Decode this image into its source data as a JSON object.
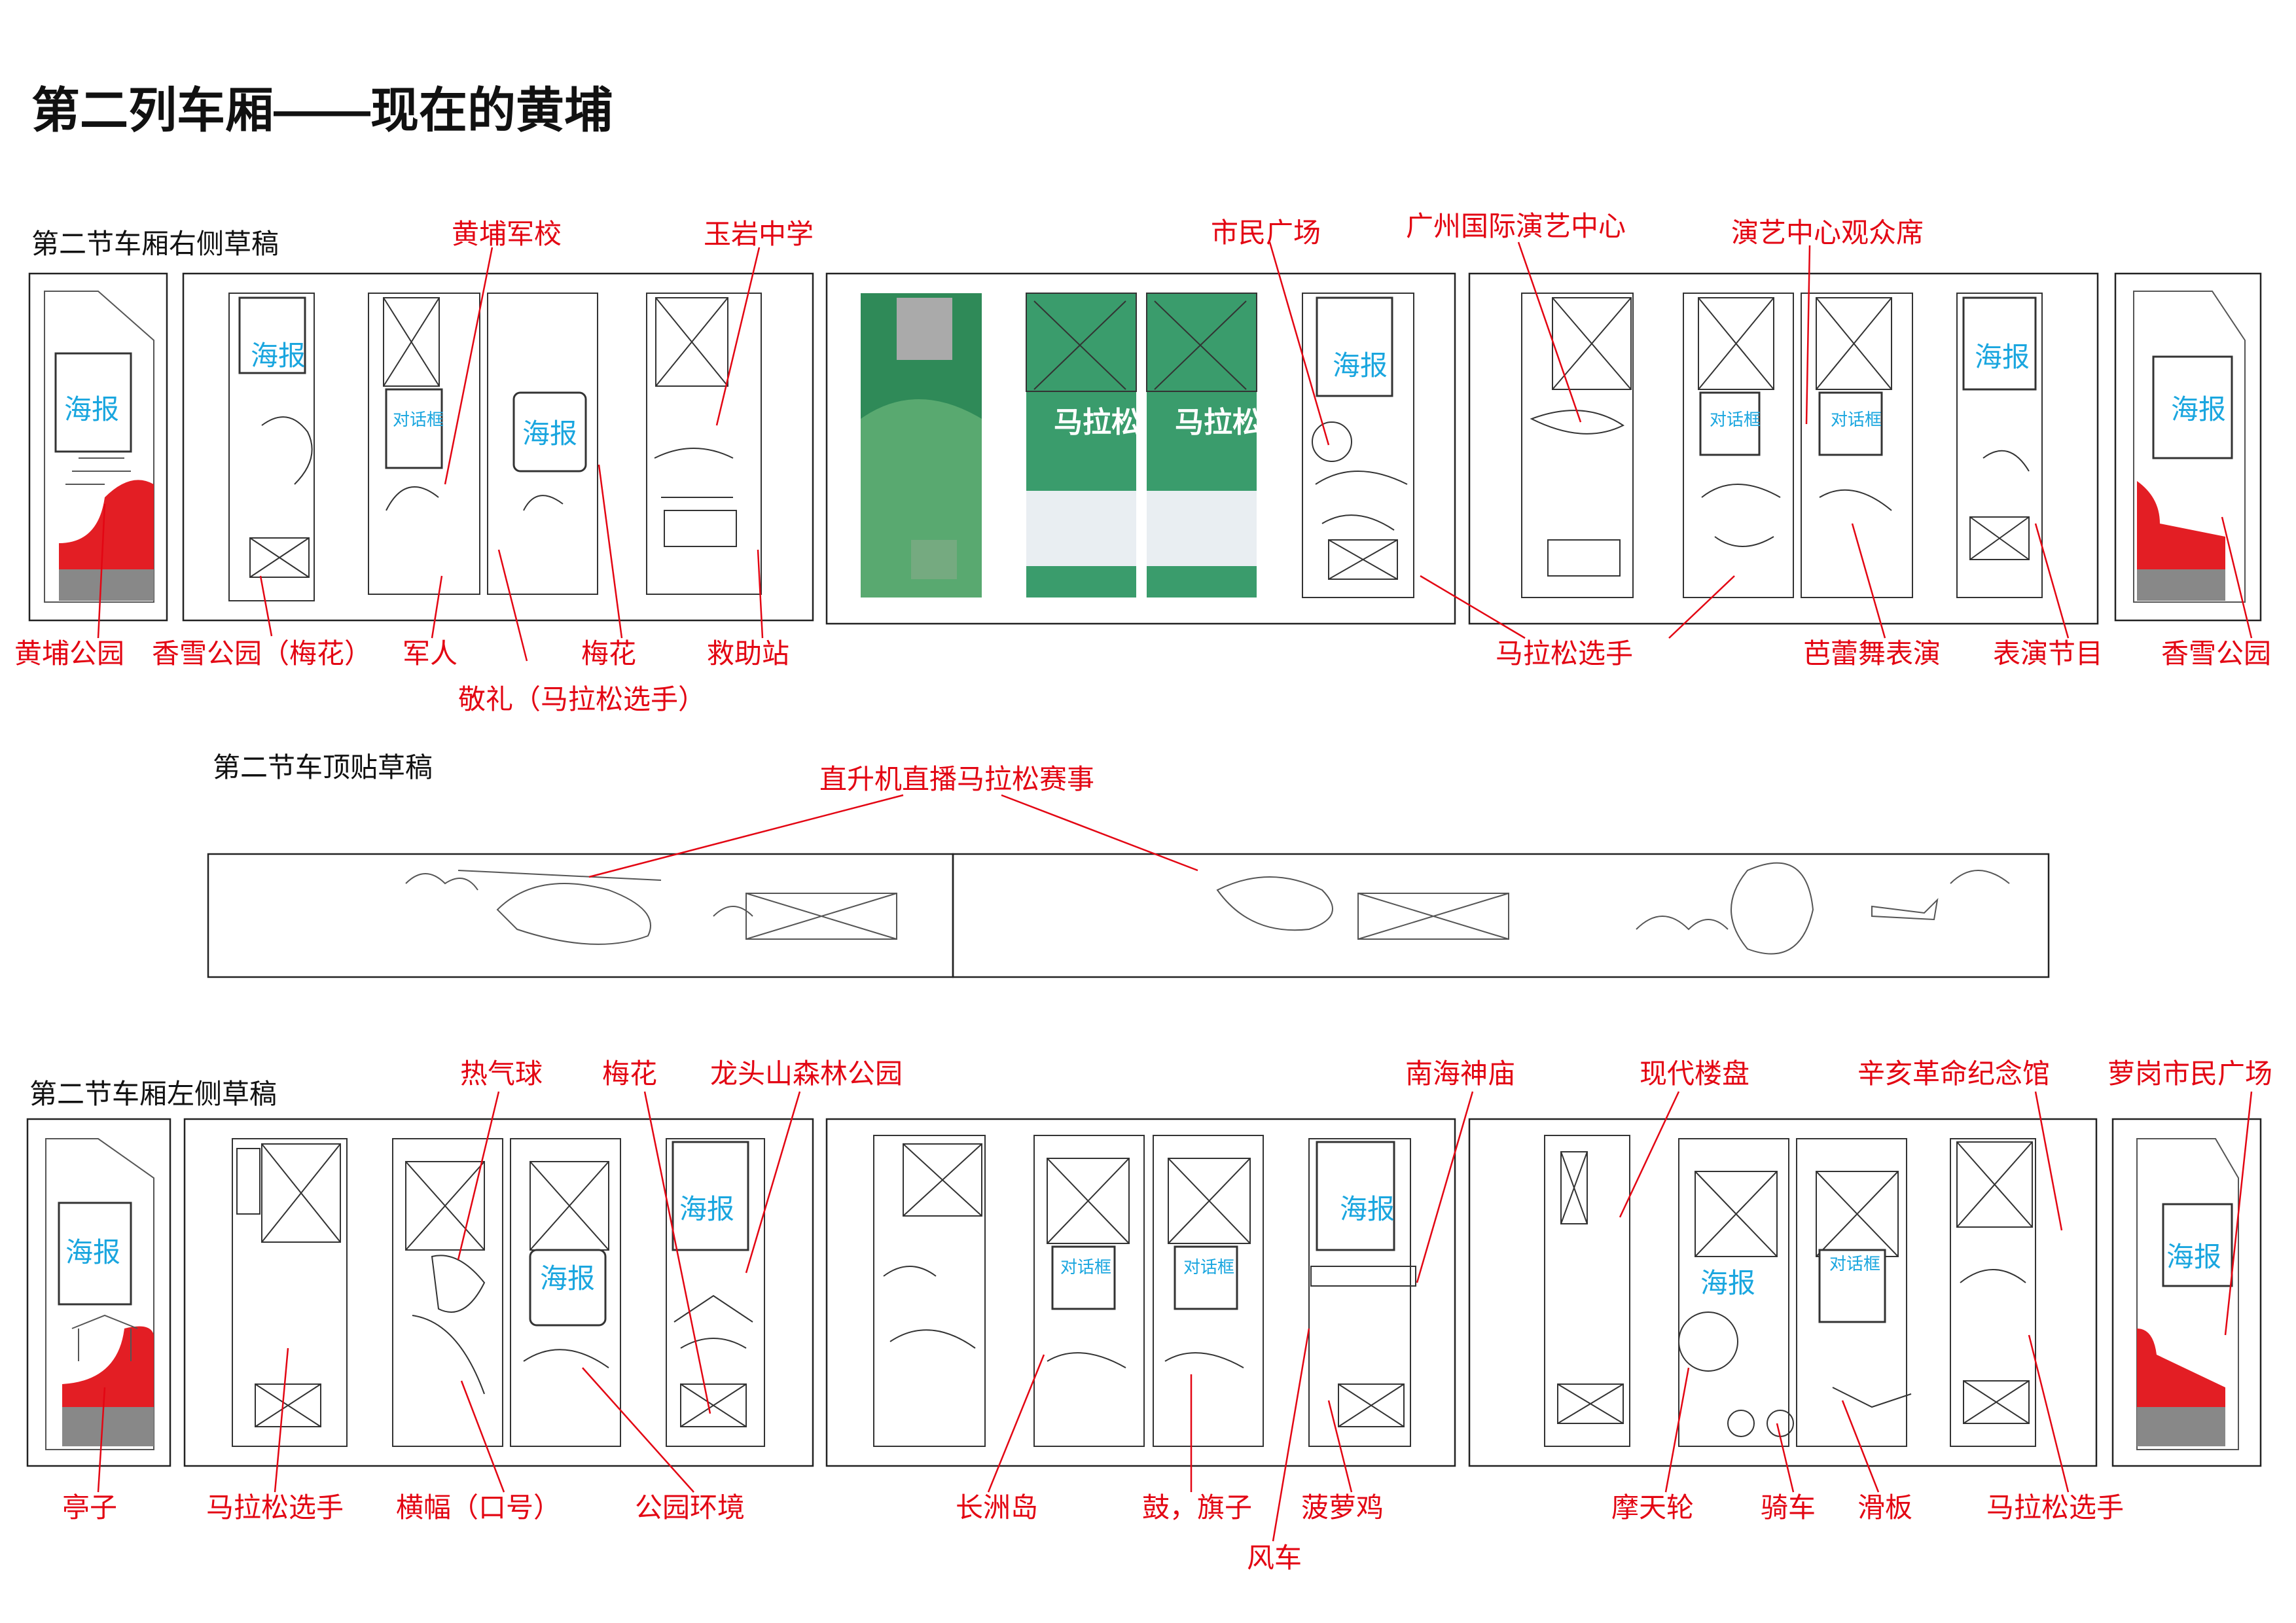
{
  "title": "第二列车厢——现在的黄埔",
  "colors": {
    "label": "#e30613",
    "poster": "#1aa6df",
    "seat": "#e31e24",
    "line": "#222222",
    "sketch": "#555555"
  },
  "sections": {
    "right": {
      "heading": "第二节车厢右侧草稿"
    },
    "roof": {
      "heading": "第二节车顶贴草稿"
    },
    "left": {
      "heading": "第二节车厢左侧草稿"
    }
  },
  "poster_label": "海报",
  "dialog_label": "对话框",
  "marathon_poster_title": "马拉松",
  "right_labels": {
    "huangpu_military": "黄埔军校",
    "yuyan_school": "玉岩中学",
    "civic_square": "市民广场",
    "gz_arts_center": "广州国际演艺中心",
    "arts_audience": "演艺中心观众席",
    "huangpu_park": "黄埔公园",
    "xiangxue_plum": "香雪公园（梅花）",
    "soldier": "军人",
    "salute": "敬礼（马拉松选手）",
    "plum": "梅花",
    "aid_station": "救助站",
    "runners": "马拉松选手",
    "ballet": "芭蕾舞表演",
    "show": "表演节目",
    "xiangxue_park": "香雪公园"
  },
  "roof_labels": {
    "heli": "直升机直播马拉松赛事"
  },
  "left_labels": {
    "balloon": "热气球",
    "plum": "梅花",
    "longtou_forest": "龙头山森林公园",
    "nanhai_temple": "南海神庙",
    "modern_buildings": "现代楼盘",
    "xinhai_memorial": "辛亥革命纪念馆",
    "luogang_square": "萝岗市民广场",
    "pavilion": "亭子",
    "runners_a": "马拉松选手",
    "banner": "横幅（口号）",
    "park_env": "公园环境",
    "changzhou": "长洲岛",
    "drum_flag": "鼓，旗子",
    "pineapple_chicken": "菠萝鸡",
    "windmill": "风车",
    "ferris": "摩天轮",
    "cycling": "骑车",
    "skateboard": "滑板",
    "runners_b": "马拉松选手"
  }
}
